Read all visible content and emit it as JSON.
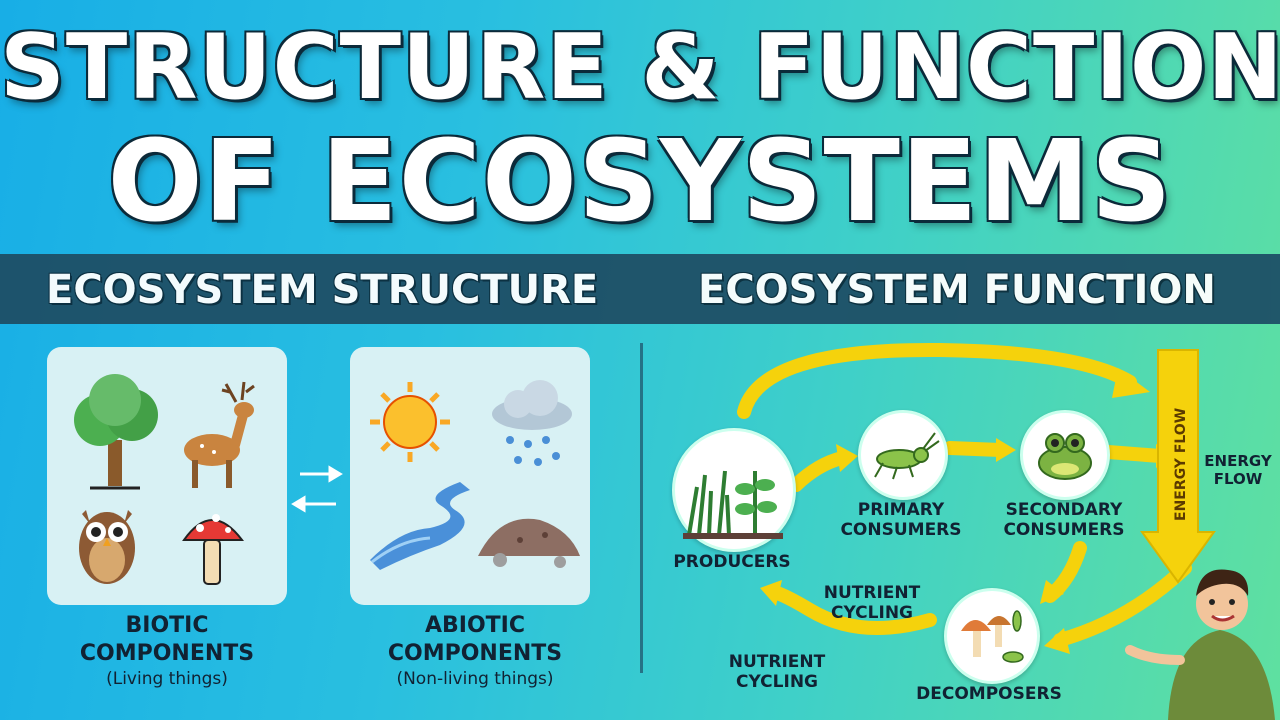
{
  "title": {
    "line1": "STRUCTURE & FUNCTION",
    "line2": "OF ECOSYSTEMS"
  },
  "band": {
    "left": "ECOSYSTEM STRUCTURE",
    "right": "ECOSYSTEM FUNCTION"
  },
  "structure": {
    "biotic": {
      "line1": "BIOTIC",
      "line2": "COMPONENTS",
      "sub": "(Living things)"
    },
    "abiotic": {
      "line1": "ABIOTIC",
      "line2": "COMPONENTS",
      "sub": "(Non-living things)"
    }
  },
  "function": {
    "producers": "PRODUCERS",
    "primary": {
      "line1": "PRIMARY",
      "line2": "CONSUMERS"
    },
    "secondary": {
      "line1": "SECONDARY",
      "line2": "CONSUMERS"
    },
    "decomposers": "DECOMPOSERS",
    "energy_flow_arrow": "ENERGY FLOW",
    "energy_flow": {
      "line1": "ENERGY",
      "line2": "FLOW"
    },
    "nutrient_upper": {
      "line1": "NUTRIENT",
      "line2": "CYCLING"
    },
    "nutrient_lower": {
      "line1": "NUTRIENT",
      "line2": "CYCLING"
    }
  },
  "colors": {
    "band": "#1e4f66",
    "arrow": "#f5d20c",
    "panel": "#d8f1f4"
  }
}
